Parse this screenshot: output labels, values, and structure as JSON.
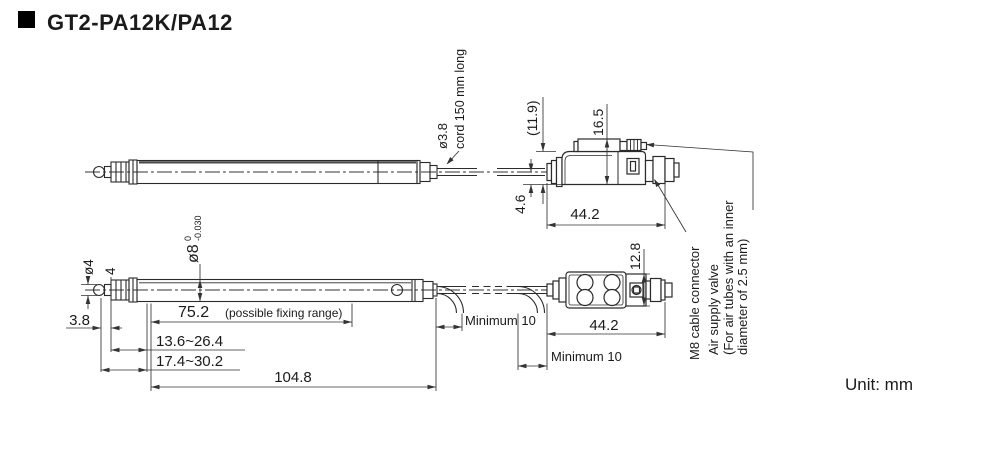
{
  "title": "GT2-PA12K/PA12",
  "unit_note": "Unit: mm",
  "colors": {
    "ink": "#2b2b2b",
    "text": "#1b1b1b"
  },
  "side_view": {
    "cord_diameter": "ø3.8",
    "cord_note": "cord 150 mm long",
    "height_reference": "(11.9)",
    "height_with_valve": "16.5",
    "height_below_cord": "4.6",
    "unit_length": "44.2"
  },
  "top_view": {
    "tip_diameter": "ø4",
    "tip_length": "4",
    "tip_clearance": "3.8",
    "shaft_diameter": "ø8",
    "shaft_tolerance_upper": "0",
    "shaft_tolerance_lower": "-0.030",
    "fixing_range": "75.2",
    "fixing_range_note": "(possible fixing range)",
    "tip_range_short": "13.6~26.4",
    "tip_range_long": "17.4~30.2",
    "overall_length": "104.8",
    "min_bend_first": "Minimum 10",
    "min_bend_second": "Minimum 10",
    "unit_length": "44.2",
    "unit_width": "12.8"
  },
  "callouts": {
    "m8_connector": "M8 cable connector",
    "air_valve_line1": "Air supply valve",
    "air_valve_line2": "(For air tubes with an inner",
    "air_valve_line3": "diameter of 2.5 mm)"
  }
}
